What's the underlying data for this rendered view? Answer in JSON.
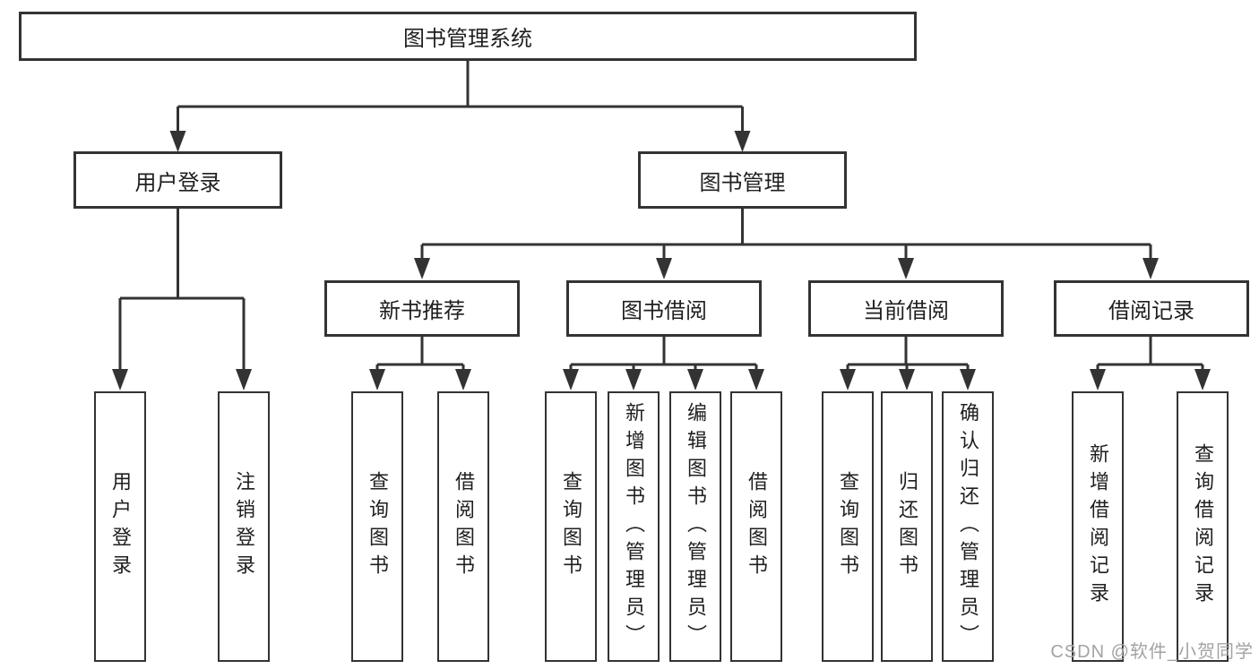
{
  "tree": {
    "root": {
      "label": "图书管理系统",
      "children": [
        {
          "label": "用户登录",
          "children": [
            {
              "label": "用户登录"
            },
            {
              "label": "注销登录"
            }
          ]
        },
        {
          "label": "图书管理",
          "children": [
            {
              "label": "新书推荐",
              "children": [
                {
                  "label": "查询图书"
                },
                {
                  "label": "借阅图书"
                }
              ]
            },
            {
              "label": "图书借阅",
              "children": [
                {
                  "label": "查询图书"
                },
                {
                  "label": "新增图书（管理员）"
                },
                {
                  "label": "编辑图书（管理员）"
                },
                {
                  "label": "借阅图书"
                }
              ]
            },
            {
              "label": "当前借阅",
              "children": [
                {
                  "label": "查询图书"
                },
                {
                  "label": "归还图书"
                },
                {
                  "label": "确认归还（管理员）"
                }
              ]
            },
            {
              "label": "借阅记录",
              "children": [
                {
                  "label": "新增借阅记录"
                },
                {
                  "label": "查询借阅记录"
                }
              ]
            }
          ]
        }
      ]
    }
  },
  "watermark": "CSDN @软件_小贺同学",
  "colors": {
    "line": "#333333",
    "text": "#1f1f1f",
    "box_bg": "#ffffff",
    "background": "#ffffff",
    "watermark": "#a3a3a3"
  }
}
